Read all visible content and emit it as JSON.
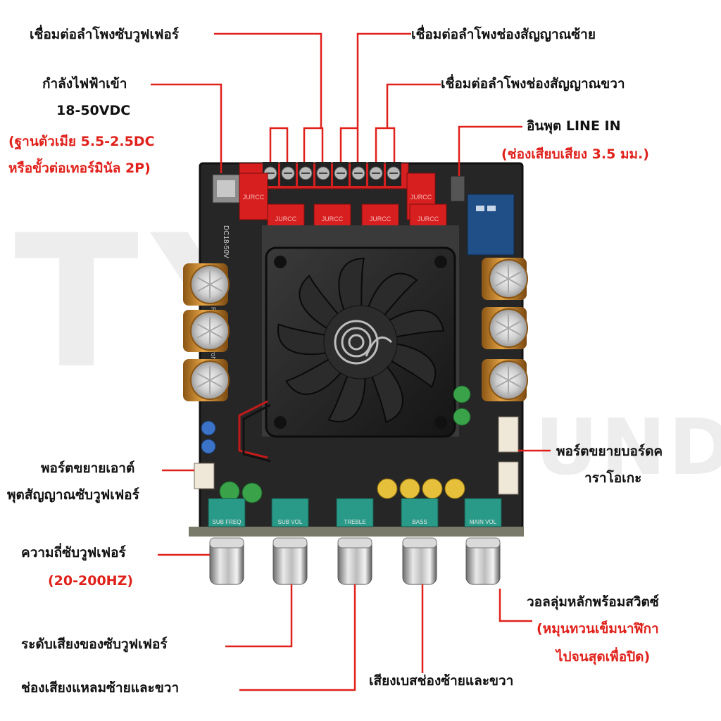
{
  "colors": {
    "callout": "#e0211b",
    "text": "#111111",
    "board": "#2a2a2a",
    "cap": "#d38a2a",
    "pcb_edge": "#1a1a1a"
  },
  "watermark": {
    "line1": "TYY",
    "line2": "UND"
  },
  "board": {
    "silk_voltage": "DC18-50V",
    "silk_notice": "Attention Reverse po is prohibited",
    "terminal_mark": "JURCC",
    "knob_labels": [
      "SUB FREQ",
      "SUB VOL",
      "TREBLE",
      "BASS",
      "MAIN VOL"
    ]
  },
  "labels": {
    "sub_speaker": "เชื่อมต่อลำโพงซับวูฟเฟอร์",
    "left_speaker": "เชื่อมต่อลำโพงช่องสัญญาณซ้าย",
    "right_speaker": "เชื่อมต่อลำโพงช่องสัญญาณขวา",
    "power_in": "กำลังไฟฟ้าเข้า",
    "power_voltage": "18-50VDC",
    "power_socket_1": "(ฐานตัวเมีย 5.5-2.5DC",
    "power_socket_2": "หรือขั้วต่อเทอร์มินัล 2P)",
    "line_in": "อินพุต LINE IN",
    "line_in_jack": "(ช่องเสียบเสียง 3.5 มม.)",
    "sub_out_1": "พอร์ตขยายเอาต์",
    "sub_out_2": "พุตสัญญาณซับวูฟเฟอร์",
    "karaoke_1": "พอร์ตขยายบอร์ดค",
    "karaoke_2": "าราโอเกะ",
    "sub_freq": "ความถี่ซับวูฟเฟอร์",
    "sub_freq_range": "(20-200HZ)",
    "main_vol": "วอลลุ่มหลักพร้อมสวิตซ์",
    "main_vol_note_1": "(หมุนทวนเข็มนาฬิกา",
    "main_vol_note_2": "ไปจนสุดเพื่อปิด)",
    "sub_vol": "ระดับเสียงของซับวูฟเฟอร์",
    "bass": "เสียงเบสช่องซ้ายและขวา",
    "treble": "ช่องเสียงแหลมซ้ายและขวา"
  }
}
